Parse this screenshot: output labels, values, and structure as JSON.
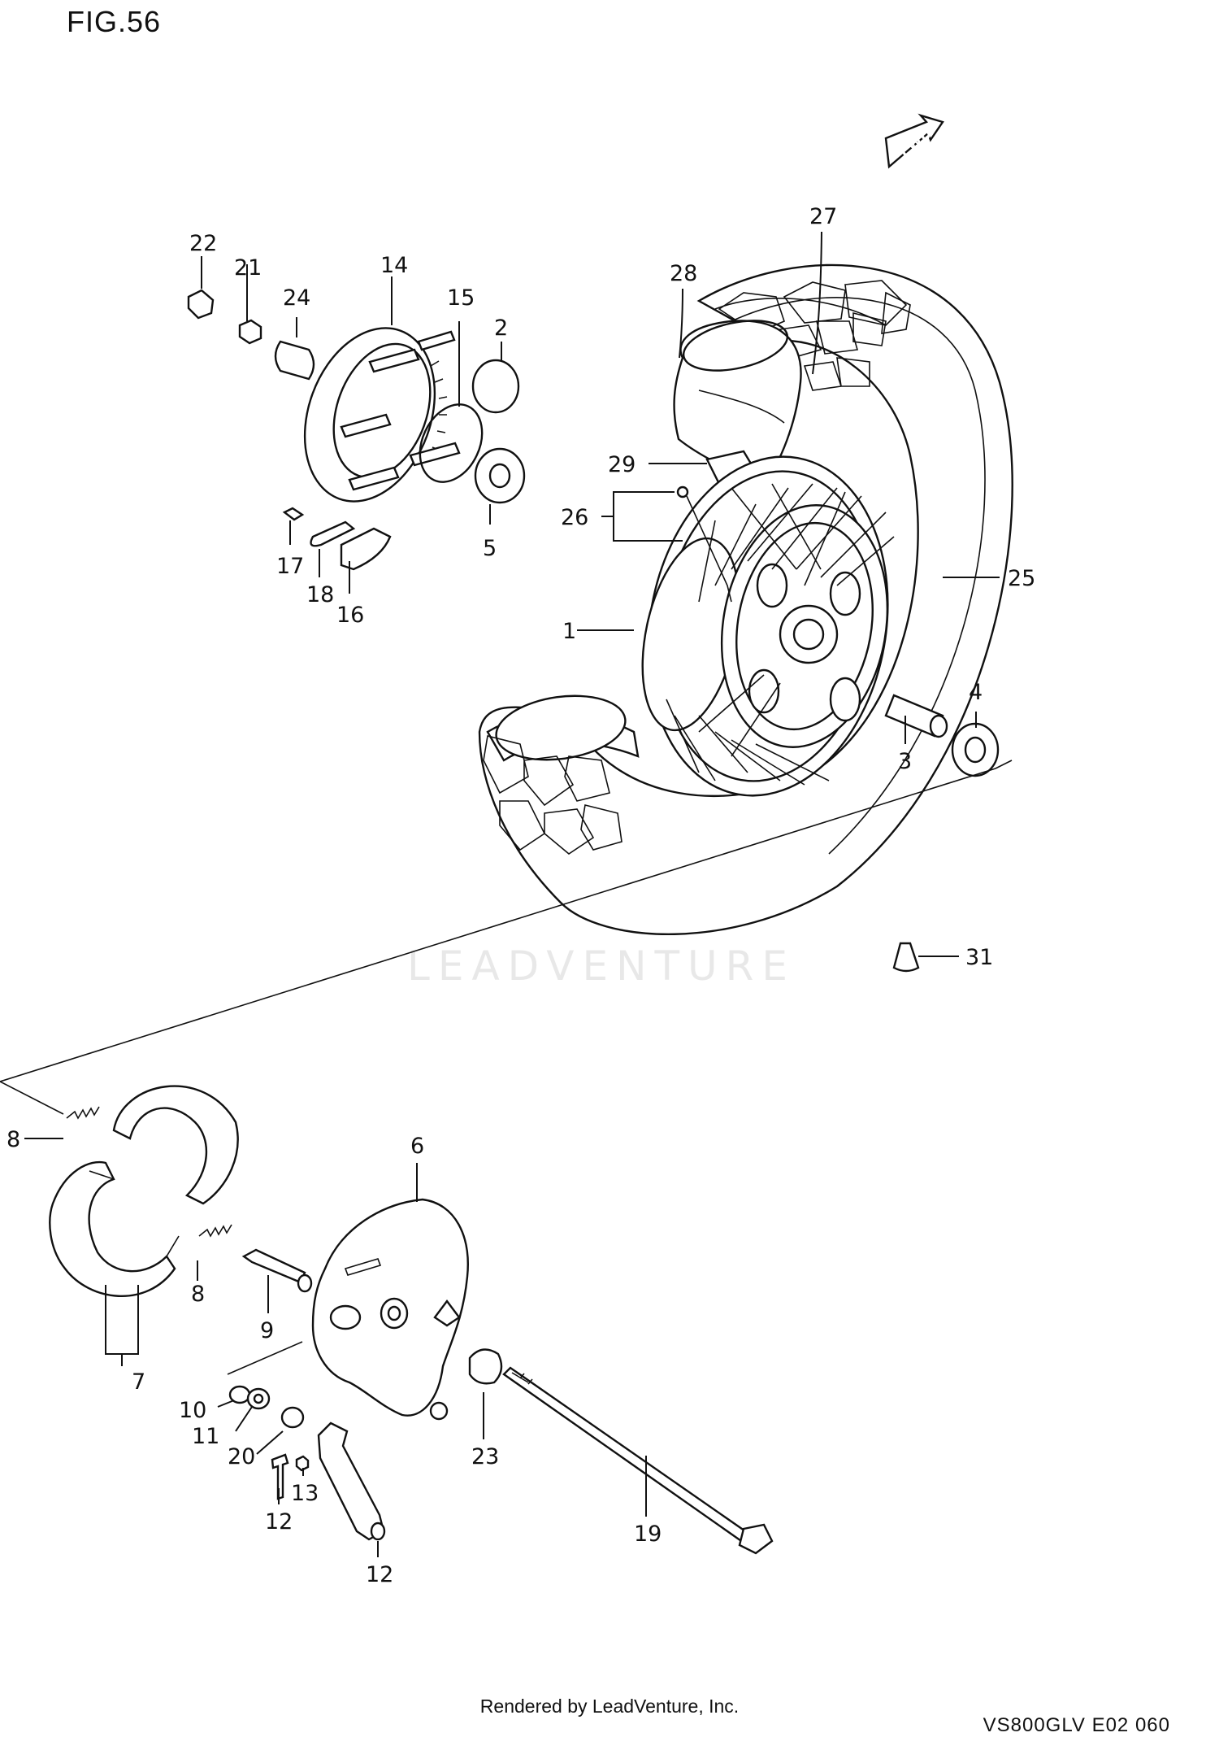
{
  "figure": {
    "title": "FIG.56"
  },
  "fwd_label": "FWD",
  "watermark": "LEADVENTURE",
  "footer": "Rendered by LeadVenture, Inc.",
  "model_code": "VS800GLV E02 060",
  "callouts": [
    {
      "id": "1",
      "label": "1"
    },
    {
      "id": "2",
      "label": "2"
    },
    {
      "id": "3",
      "label": "3"
    },
    {
      "id": "4",
      "label": "4"
    },
    {
      "id": "5",
      "label": "5"
    },
    {
      "id": "6",
      "label": "6"
    },
    {
      "id": "7",
      "label": "7"
    },
    {
      "id": "8a",
      "label": "8"
    },
    {
      "id": "8b",
      "label": "8"
    },
    {
      "id": "9",
      "label": "9"
    },
    {
      "id": "10",
      "label": "10"
    },
    {
      "id": "11",
      "label": "11"
    },
    {
      "id": "12",
      "label": "12"
    },
    {
      "id": "13",
      "label": "13"
    },
    {
      "id": "14",
      "label": "14"
    },
    {
      "id": "15",
      "label": "15"
    },
    {
      "id": "16",
      "label": "16"
    },
    {
      "id": "17",
      "label": "17"
    },
    {
      "id": "18",
      "label": "18"
    },
    {
      "id": "19",
      "label": "19"
    },
    {
      "id": "20",
      "label": "20"
    },
    {
      "id": "21",
      "label": "21"
    },
    {
      "id": "22",
      "label": "22"
    },
    {
      "id": "23",
      "label": "23"
    },
    {
      "id": "24",
      "label": "24"
    },
    {
      "id": "25",
      "label": "25"
    },
    {
      "id": "26",
      "label": "26"
    },
    {
      "id": "27",
      "label": "27"
    },
    {
      "id": "28",
      "label": "28"
    },
    {
      "id": "29",
      "label": "29"
    },
    {
      "id": "30",
      "label": "30"
    },
    {
      "id": "31",
      "label": "31"
    }
  ]
}
